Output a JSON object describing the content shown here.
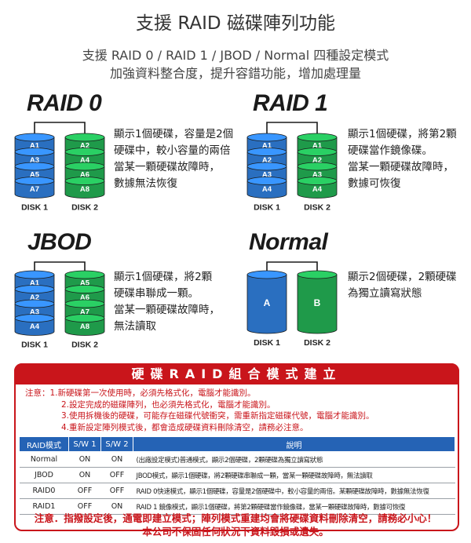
{
  "title": "支援 RAID 磁碟陣列功能",
  "subtitle": {
    "line1": "支援 RAID 0 / RAID 1 / JBOD / Normal 四種設定模式",
    "line2": "加強資料整合度，提升容錯功能，增加處理量"
  },
  "colors": {
    "blue": "#2a6fc0",
    "green": "#1f9a4a",
    "red": "#c9151b",
    "table_header": "#2563b5"
  },
  "modes": {
    "raid0": {
      "heading": "RAID 0",
      "disk1": {
        "label": "DISK 1",
        "blocks": [
          "A1",
          "A3",
          "A5",
          "A7"
        ]
      },
      "disk2": {
        "label": "DISK 2",
        "blocks": [
          "A2",
          "A4",
          "A6",
          "A8"
        ]
      },
      "description": [
        "顯示1個硬碟，容量是2個",
        "硬碟中，較小容量的兩倍",
        "當某一顆硬碟故障時，",
        "數據無法恢復"
      ]
    },
    "raid1": {
      "heading": "RAID 1",
      "disk1": {
        "label": "DISK 1",
        "blocks": [
          "A1",
          "A2",
          "A3",
          "A4"
        ]
      },
      "disk2": {
        "label": "DISK 2",
        "blocks": [
          "A1",
          "A2",
          "A3",
          "A4"
        ]
      },
      "description": [
        "顯示1個硬碟，將第2顆",
        "硬碟當作鏡像碟。",
        "當某一顆硬碟故障時，",
        "數據可恢復"
      ]
    },
    "jbod": {
      "heading": "JBOD",
      "disk1": {
        "label": "DISK 1",
        "blocks": [
          "A1",
          "A2",
          "A3",
          "A4"
        ]
      },
      "disk2": {
        "label": "DISK 2",
        "blocks": [
          "A5",
          "A6",
          "A7",
          "A8"
        ]
      },
      "description": [
        "顯示1個硬碟，將2顆",
        "硬碟串聯成一顆。",
        "當某一顆硬碟故障時，",
        "無法讀取"
      ]
    },
    "normal": {
      "heading": "Normal",
      "disk1": {
        "label": "DISK 1",
        "blocks": [
          "A"
        ]
      },
      "disk2": {
        "label": "DISK 2",
        "blocks": [
          "B"
        ]
      },
      "description": [
        "顯示2個硬碟，2顆硬碟",
        "為獨立讀寫狀態"
      ]
    }
  },
  "setup": {
    "heading": "硬碟RAID組合模式建立",
    "notes": [
      "注意：1.新硬碟第一次使用時，必須先格式化，電腦才能識別。",
      "2.設定完成的磁碟陣列，也必須先格式化，電腦才能識別。",
      "3.使用拆機後的硬碟，可能存在磁碟代號衝突，需重新指定磁碟代號，電腦才能識別。",
      "4.重新設定陣列模式後，都會造成硬碟資料刪除清空，請務必注意。"
    ],
    "table": {
      "headers": [
        "RAID模式",
        "S/W 1",
        "S/W 2",
        "說明"
      ],
      "rows": [
        [
          "Normal",
          "ON",
          "ON",
          "(出廠設定模式)普通模式，顯示2個硬碟，2顆硬碟為獨立讀寫狀態"
        ],
        [
          "JBOD",
          "ON",
          "OFF",
          "JBOD模式，顯示1個硬碟，將2顆硬碟串聯成一顆，當某一顆硬碟故障時，無法讀取"
        ],
        [
          "RAID0",
          "OFF",
          "OFF",
          "RAID 0快速模式，顯示1個硬碟，容量是2個硬碟中，較小容量的兩倍。某顆硬碟故障時，數據無法恢復"
        ],
        [
          "RAID1",
          "OFF",
          "ON",
          "RAID 1 鏡像模式，顯示1個硬碟，將第2顆硬碟當作鏡像碟，當某一顆硬碟故障時，數據可恢復"
        ]
      ]
    }
  },
  "footer": {
    "line1": "注意．指撥設定後，通電即建立模式；陣列模式重建均會將硬碟資料刪除清空，請務必小心！",
    "line2": "本公司不保固任何狀況下資料毀損或遺失。"
  }
}
